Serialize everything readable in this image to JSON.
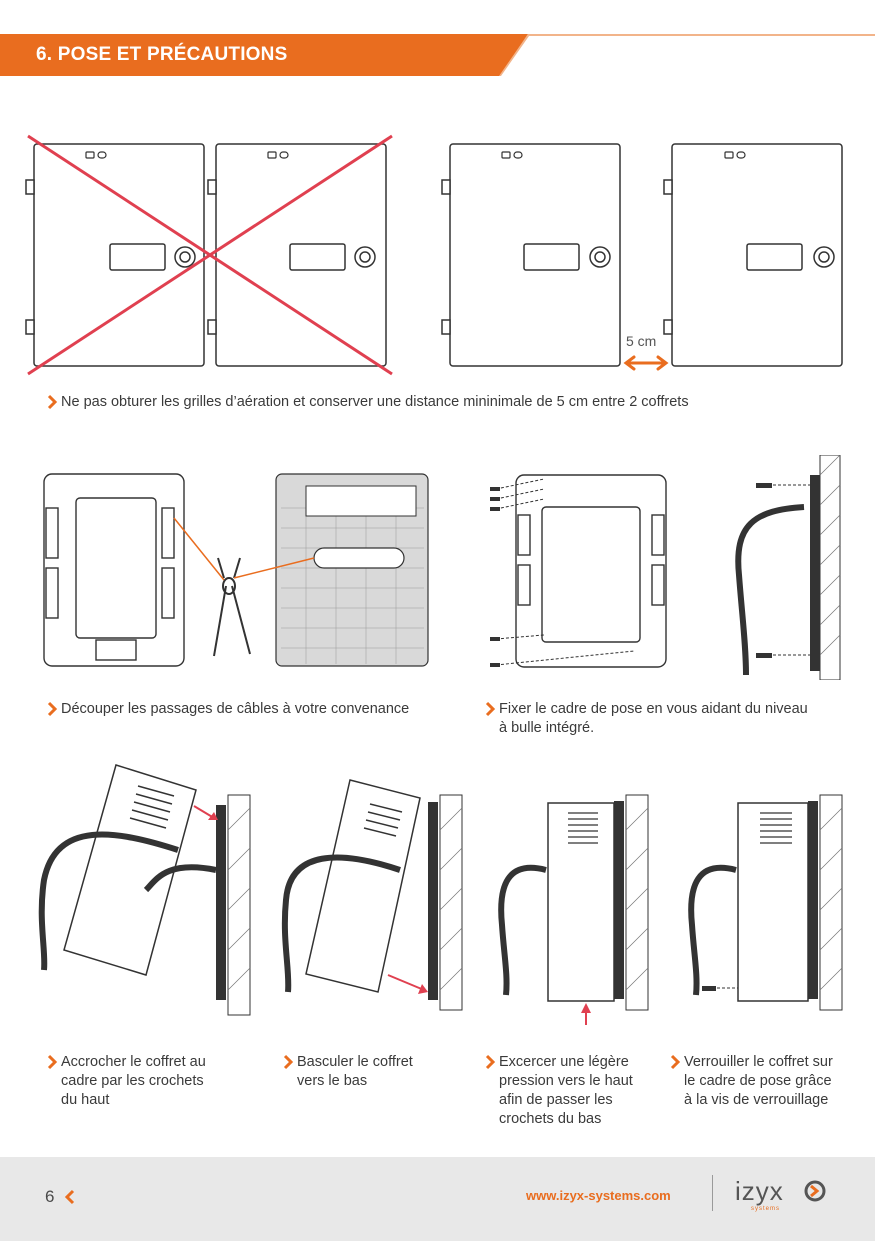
{
  "header": {
    "title": "6. POSE ET PRÉCAUTIONS"
  },
  "section1": {
    "dimension_label": "5 cm",
    "caption": "Ne pas obturer les grilles d’aération et conserver une distance mininimale de 5 cm entre 2 coffrets"
  },
  "section2": {
    "caption_left": "Découper les passages de câbles à votre convenance",
    "caption_right_l1": "Fixer le cadre de pose en vous aidant du niveau",
    "caption_right_l2": "à bulle intégré."
  },
  "section3": {
    "step1": [
      "Accrocher le coffret au",
      "cadre par les crochets",
      "du haut"
    ],
    "step2": [
      "Basculer le coffret",
      "vers le bas"
    ],
    "step3": [
      "Excercer une légère",
      "pression vers le haut",
      "afin de passer les",
      "crochets du bas"
    ],
    "step4": [
      "Verrouiller le coffret sur",
      "le cadre de pose grâce",
      "à la vis de verrouillage"
    ]
  },
  "footer": {
    "page_number": "6",
    "url": "www.izyx-systems.com",
    "logo_text": "izyx",
    "logo_sub": "systems"
  },
  "colors": {
    "accent": "#e96d1f",
    "cross": "#e04050",
    "line": "#333333",
    "footer_bg": "#e8e8e8"
  }
}
